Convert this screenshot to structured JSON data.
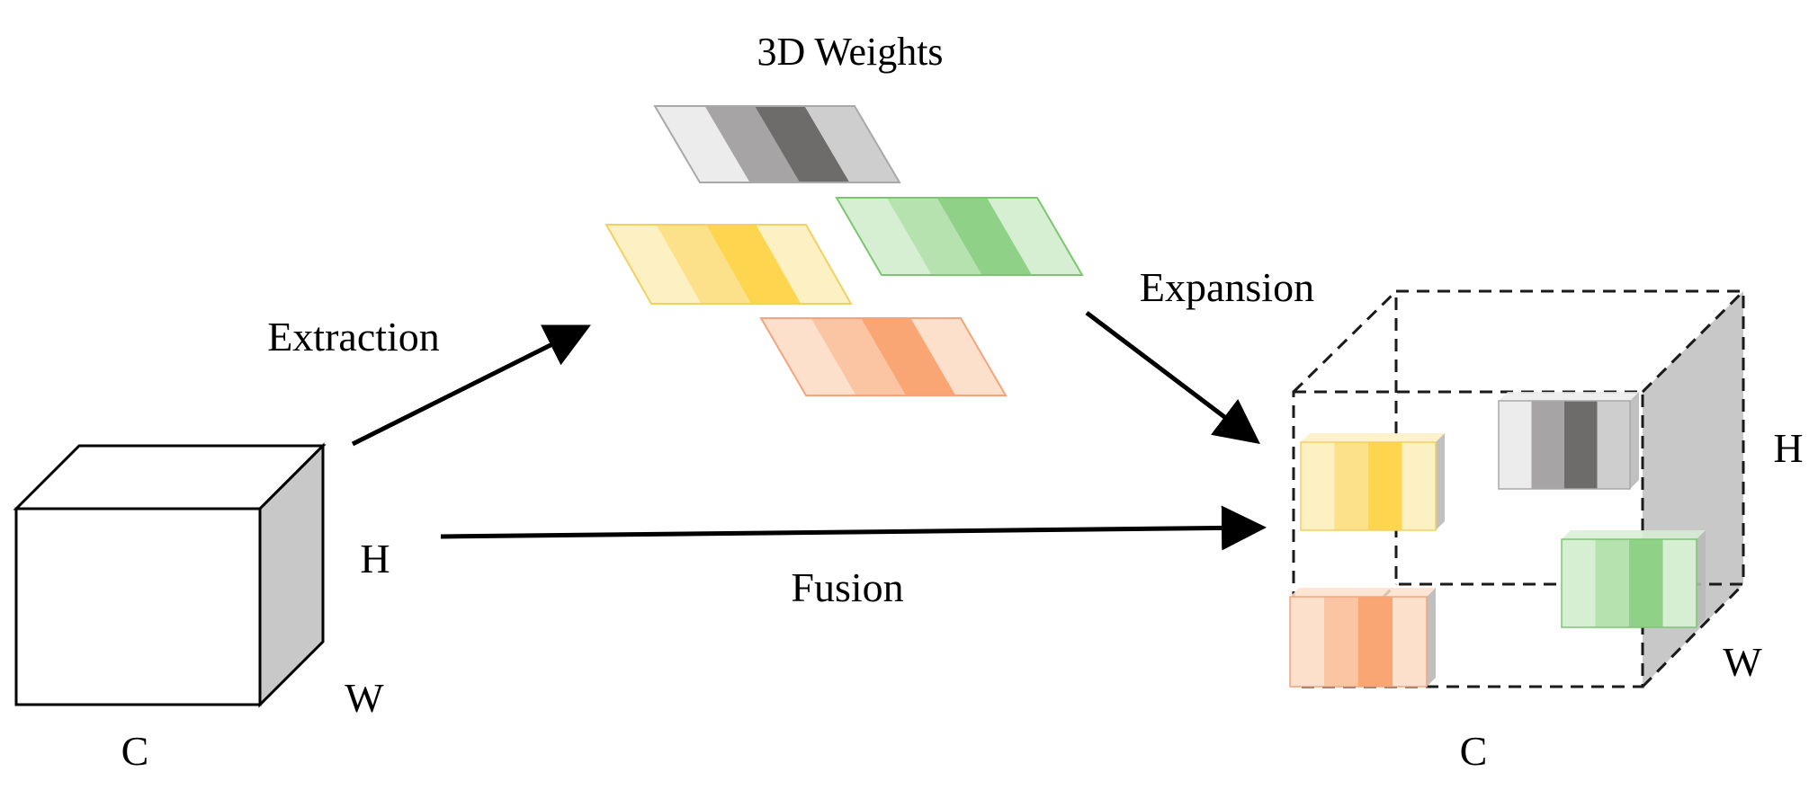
{
  "title": "3D Weights",
  "arrows": {
    "extraction": "Extraction",
    "expansion": "Expansion",
    "fusion": "Fusion"
  },
  "input_cube": {
    "c_label": "C",
    "h_label": "H",
    "w_label": "W"
  },
  "output_cube": {
    "c_label": "C",
    "h_label": "H",
    "w_label": "W"
  },
  "colors": {
    "gray": [
      "#ececec",
      "#a6a4a4",
      "#6e6b6b",
      "#cfcece"
    ],
    "yellow": [
      "#fdf0c2",
      "#fde08a",
      "#fdd54e",
      "#fdf0c2"
    ],
    "green": [
      "#d6efd2",
      "#b5e2ae",
      "#8fd186",
      "#d6efd2"
    ],
    "orange": [
      "#fde0cc",
      "#fbc4a2",
      "#f9a674",
      "#fde0cc"
    ],
    "side_face": "#c8c8c8"
  }
}
